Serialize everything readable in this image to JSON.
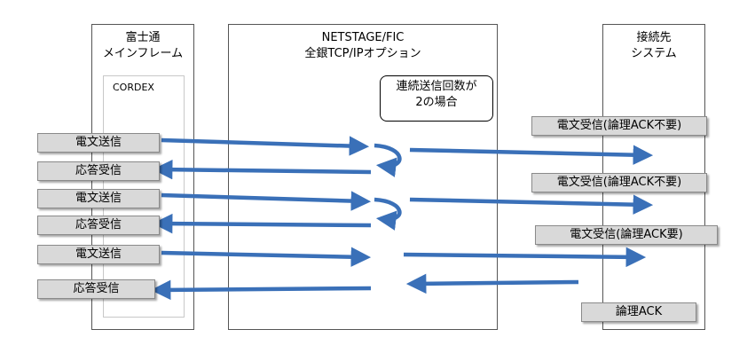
{
  "panels": {
    "fujitsu": {
      "line1": "富士通",
      "line2": "メインフレーム"
    },
    "cordex": "CORDEX",
    "netstage": {
      "line1": "NETSTAGE/FIC",
      "line2": "全銀TCP/IPオプション"
    },
    "partner": {
      "line1": "接続先",
      "line2": "システム"
    }
  },
  "note": {
    "line1": "連続送信回数が",
    "line2": "2の場合"
  },
  "left_labels": [
    "電文送信",
    "応答受信",
    "電文送信",
    "応答受信",
    "電文送信",
    "応答受信"
  ],
  "right_labels": [
    "電文受信(論理ACK不要)",
    "電文受信(論理ACK不要)",
    "電文受信(論理ACK要)",
    "論理ACK"
  ],
  "colors": {
    "arrow": "#3a70b8",
    "label_bg": "#d9d9d9",
    "border": "#555555"
  }
}
